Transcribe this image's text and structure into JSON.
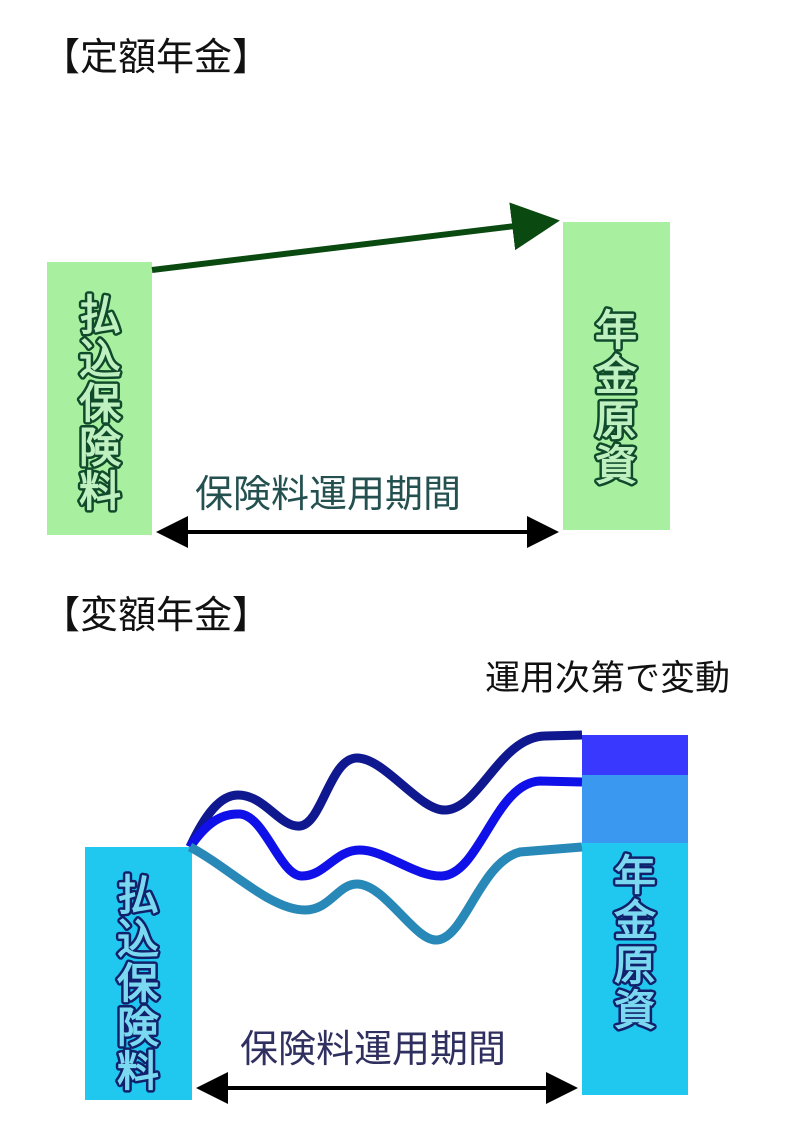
{
  "fixed": {
    "title": "【定額年金】",
    "left_box": [
      "払",
      "込",
      "保",
      "険",
      "料"
    ],
    "right_box": [
      "年",
      "金",
      "原",
      "資"
    ],
    "period_label": "保険料運用期間",
    "colors": {
      "box": "#a8f0a0",
      "arrow": "#0a4a10"
    }
  },
  "variable": {
    "title": "【変額年金】",
    "note": "運用次第で変動",
    "left_box": [
      "払",
      "込",
      "保",
      "険",
      "料"
    ],
    "right_box": [
      "年",
      "金",
      "原",
      "資"
    ],
    "period_label": "保険料運用期間",
    "colors": {
      "box": "#20c8f0",
      "top_segment": "#3838ff",
      "mid_segment": "#3a98f0",
      "line_high": "#101890",
      "line_mid": "#1010e8",
      "line_low": "#2888b8"
    }
  }
}
